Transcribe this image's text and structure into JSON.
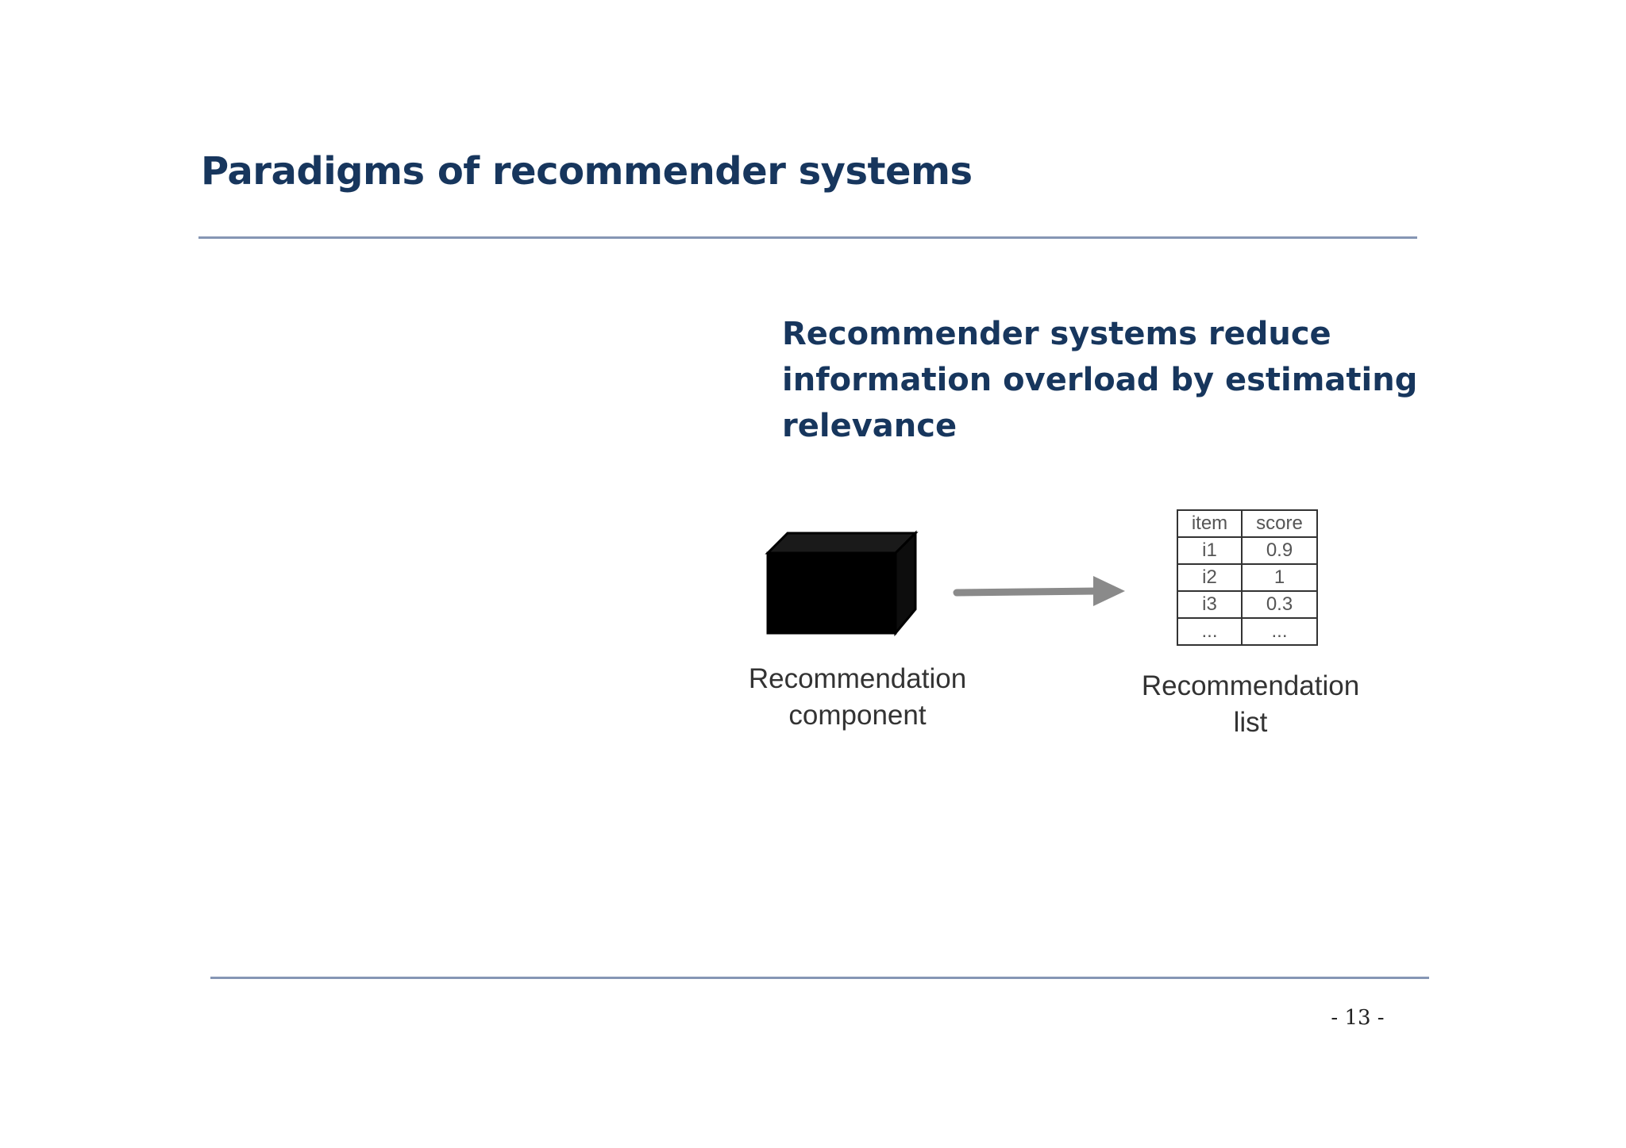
{
  "slide": {
    "title": "Paradigms of recommender systems",
    "heading_lines": [
      "Recommender systems reduce",
      "information overload by estimating",
      "relevance"
    ],
    "page_number": "- 13 -"
  },
  "figure": {
    "component_label_lines": [
      "Recommendation",
      "component"
    ],
    "list_label_lines": [
      "Recommendation",
      "list"
    ],
    "table": {
      "headers": [
        "item",
        "score"
      ],
      "rows": [
        [
          "i1",
          "0.9"
        ],
        [
          "i2",
          "1"
        ],
        [
          "i3",
          "0.3"
        ],
        [
          "...",
          "..."
        ]
      ]
    }
  },
  "colors": {
    "title": "#17365d",
    "rule": "#8596b4",
    "arrow": "#8a8a8a",
    "box": "#000000"
  }
}
